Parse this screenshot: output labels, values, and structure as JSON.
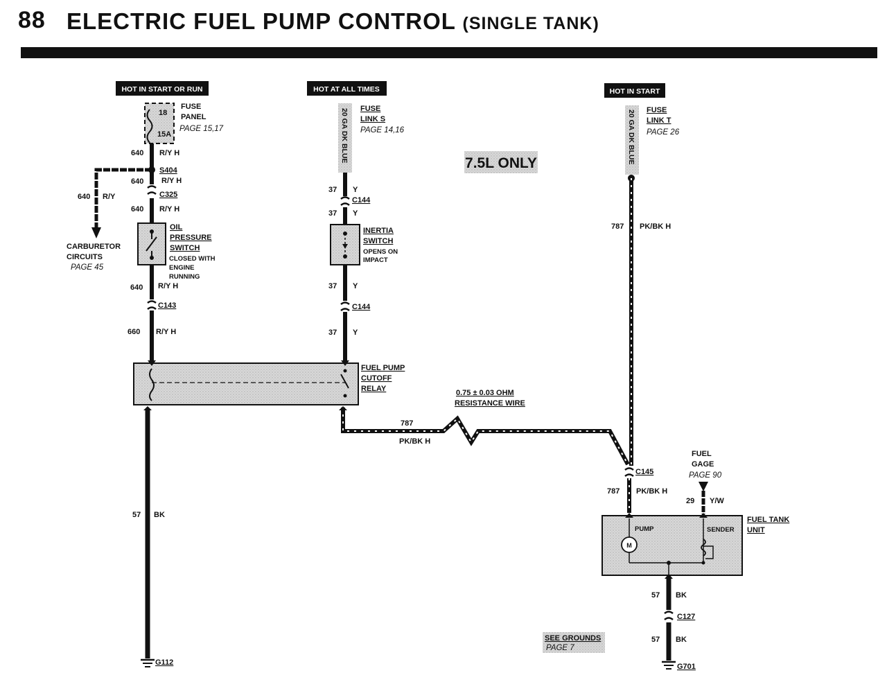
{
  "header": {
    "page_number": "88",
    "title": "ELECTRIC FUEL PUMP CONTROL",
    "subtitle": "(SINGLE TANK)"
  },
  "power_tags": {
    "start_run": "HOT IN START OR RUN",
    "all_times": "HOT AT ALL TIMES",
    "start": "HOT IN START"
  },
  "fuse_panel": {
    "fuse_number": "18",
    "rating": "15A",
    "label1": "FUSE",
    "label2": "PANEL",
    "page": "PAGE 15,17"
  },
  "fuse_link_s": {
    "label1": "FUSE",
    "label2": "LINK S",
    "page": "PAGE 14,16",
    "wire": "20 GA DK BLUE"
  },
  "fuse_link_t": {
    "label1": "FUSE",
    "label2": "LINK T",
    "page": "PAGE 26",
    "wire": "20 GA DK BLUE"
  },
  "note_75l": "7.5L ONLY",
  "splice_s404": "S404",
  "carburetor": {
    "circuit": "640",
    "color": "R/Y",
    "line1": "CARBURETOR",
    "line2": "CIRCUITS",
    "page": "PAGE 45"
  },
  "connectors": {
    "c325": "C325",
    "c144a": "C144",
    "c143": "C143",
    "c144b": "C144",
    "c145": "C145",
    "c127": "C127"
  },
  "oil_switch": {
    "l1": "OIL",
    "l2": "PRESSURE",
    "l3": "SWITCH",
    "l4": "CLOSED WITH",
    "l5": "ENGINE",
    "l6": "RUNNING"
  },
  "inertia_switch": {
    "l1": "INERTIA",
    "l2": "SWITCH",
    "l3": "OPENS ON",
    "l4": "IMPACT"
  },
  "relay": {
    "l1": "FUEL PUMP",
    "l2": "CUTOFF",
    "l3": "RELAY"
  },
  "resistance_wire": {
    "l1": "0.75 ± 0.03 OHM",
    "l2": "RESISTANCE WIRE"
  },
  "fuel_gage": {
    "l1": "FUEL",
    "l2": "GAGE",
    "page": "PAGE 90"
  },
  "tank_unit": {
    "l1": "FUEL TANK",
    "l2": "UNIT",
    "pump": "PUMP",
    "sender": "SENDER",
    "motor": "M"
  },
  "see_grounds": {
    "l1": "SEE GROUNDS",
    "page": "PAGE 7"
  },
  "grounds": {
    "g112": "G112",
    "g701": "G701"
  },
  "wire_labels": {
    "w640a_num": "640",
    "w640a_col": "R/Y H",
    "w640b_num": "640",
    "w640b_col": "R/Y H",
    "w640c_num": "640",
    "w640c_col": "R/Y H",
    "w640d_num": "640",
    "w640d_col": "R/Y H",
    "w660_num": "660",
    "w660_col": "R/Y H",
    "w57a_num": "57",
    "w57a_col": "BK",
    "w37a_num": "37",
    "w37a_col": "Y",
    "w37b_num": "37",
    "w37b_col": "Y",
    "w37c_num": "37",
    "w37c_col": "Y",
    "w37d_num": "37",
    "w37d_col": "Y",
    "w787a_num": "787",
    "w787a_col": "PK/BK H",
    "w787b_num": "787",
    "w787b_col": "PK/BK H",
    "w787c_num": "787",
    "w787c_col": "PK/BK H",
    "w29_num": "29",
    "w29_col": "Y/W",
    "w57b_num": "57",
    "w57b_col": "BK",
    "w57c_num": "57",
    "w57c_col": "BK"
  }
}
